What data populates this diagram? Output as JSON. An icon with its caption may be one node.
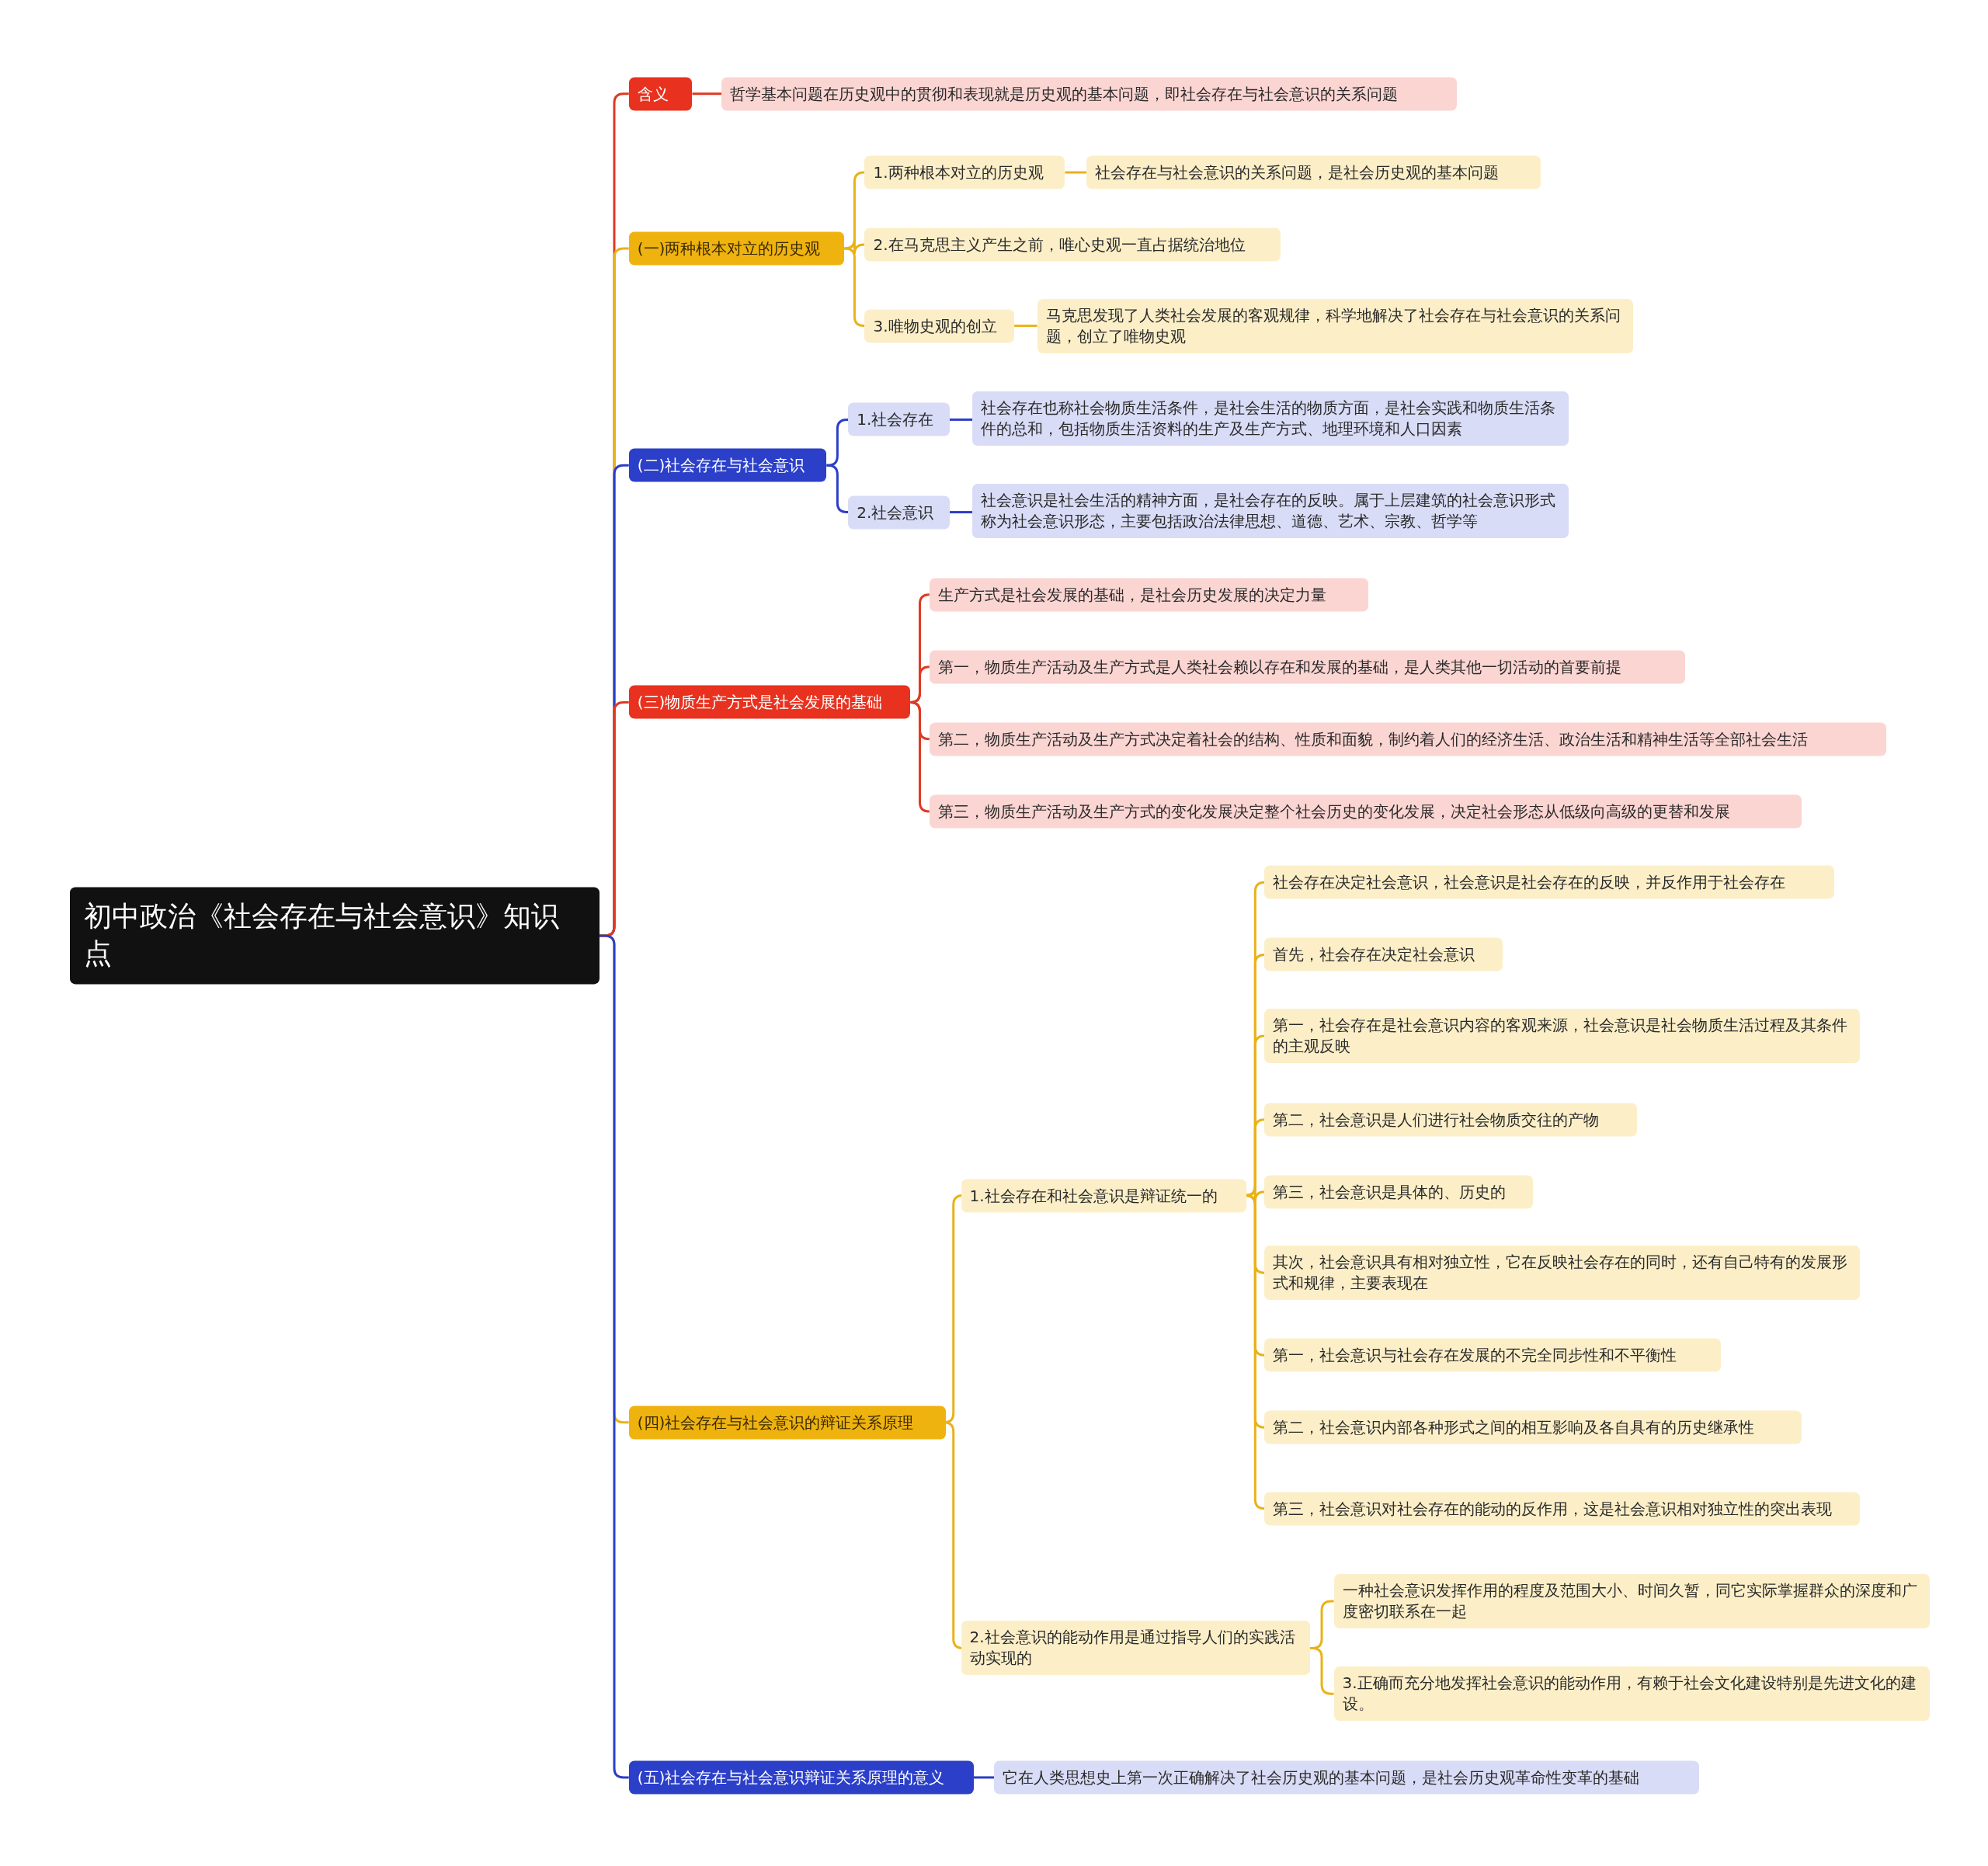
{
  "diagram": {
    "nodes": [
      {
        "text": [
          "初中政治《社会存在与社会意识》知识点"
        ]
      },
      {
        "text": [
          "含义"
        ]
      },
      {
        "text": [
          "哲学基本问题在历史观中的贯彻和表现就是历史观的基本问题，即社会存在与社会意识的关系问题"
        ]
      },
      {
        "text": [
          "(一)两种根本对立的历史观"
        ]
      },
      {
        "text": [
          "1.两种根本对立的历史观"
        ]
      },
      {
        "text": [
          "社会存在与社会意识的关系问题，是社会历史观的基本问题"
        ]
      },
      {
        "text": [
          "2.在马克思主义产生之前，唯心史观一直占据统治地位"
        ]
      },
      {
        "text": [
          "3.唯物史观的创立"
        ]
      },
      {
        "text": [
          "马克思发现了人类社会发展的客观规律，科学地解决了社会存在与社会意识的关系问题，创立了唯物史观"
        ]
      },
      {
        "text": [
          "(二)社会存在与社会意识"
        ]
      },
      {
        "text": [
          "1.社会存在"
        ]
      },
      {
        "text": [
          "社会存在也称社会物质生活条件，是社会生活的物质方面，是社会实践和物质生活条件的总和，包括物质生活资料的生产及生产方式、地理环境和人口因素"
        ]
      },
      {
        "text": [
          "2.社会意识"
        ]
      },
      {
        "text": [
          "社会意识是社会生活的精神方面，是社会存在的反映。属于上层建筑的社会意识形式称为社会意识形态，主要包括政治法律思想、道德、艺术、宗教、哲学等"
        ]
      },
      {
        "text": [
          "(三)物质生产方式是社会发展的基础"
        ]
      },
      {
        "text": [
          "生产方式是社会发展的基础，是社会历史发展的决定力量"
        ]
      },
      {
        "text": [
          "第一，物质生产活动及生产方式是人类社会赖以存在和发展的基础，是人类其他一切活动的首要前提"
        ]
      },
      {
        "text": [
          "第二，物质生产活动及生产方式决定着社会的结构、性质和面貌，制约着人们的经济生活、政治生活和精神生活等全部社会生活"
        ]
      },
      {
        "text": [
          "第三，物质生产活动及生产方式的变化发展决定整个社会历史的变化发展，决定社会形态从低级向高级的更替和发展"
        ]
      },
      {
        "text": [
          "(四)社会存在与社会意识的辩证关系原理"
        ]
      },
      {
        "text": [
          "1.社会存在和社会意识是辩证统一的"
        ]
      },
      {
        "text": [
          "社会存在决定社会意识，社会意识是社会存在的反映，并反作用于社会存在"
        ]
      },
      {
        "text": [
          "首先，社会存在决定社会意识"
        ]
      },
      {
        "text": [
          "第一，社会存在是社会意识内容的客观来源，社会意识是社会物质生活过程及其条件的主观反映"
        ]
      },
      {
        "text": [
          "第二，社会意识是人们进行社会物质交往的产物"
        ]
      },
      {
        "text": [
          "第三，社会意识是具体的、历史的"
        ]
      },
      {
        "text": [
          "其次，社会意识具有相对独立性，它在反映社会存在的同时，还有自己特有的发展形式和规律，主要表现在"
        ]
      },
      {
        "text": [
          "第一，社会意识与社会存在发展的不完全同步性和不平衡性"
        ]
      },
      {
        "text": [
          "第二，社会意识内部各种形式之间的相互影响及各自具有的历史继承性"
        ]
      },
      {
        "text": [
          "第三，社会意识对社会存在的能动的反作用，这是社会意识相对独立性的突出表现"
        ]
      },
      {
        "text": [
          "2.社会意识的能动作用是通过指导人们的实践活动实现的"
        ]
      },
      {
        "text": [
          "一种社会意识发挥作用的程度及范围大小、时间久暂，同它实际掌握群众的深度和广度密切联系在一起"
        ]
      },
      {
        "text": [
          "3.正确而充分地发挥社会意识的能动作用，有赖于社会文化建设特别是先进文化的建设。"
        ]
      },
      {
        "text": [
          "(五)社会存在与社会意识辩证关系原理的意义"
        ]
      },
      {
        "text": [
          "它在人类思想史上第一次正确解决了社会历史观的基本问题，是社会历史观革命性变革的基础"
        ]
      }
    ],
    "edges": [
      {
        "from": 0,
        "to": 1,
        "arrow": "none",
        "color": "#e03a22"
      },
      {
        "from": 1,
        "to": 2,
        "arrow": "none",
        "color": "#e03a22"
      },
      {
        "from": 0,
        "to": 3,
        "arrow": "none",
        "color": "#e9b21a"
      },
      {
        "from": 3,
        "to": 4,
        "arrow": "none",
        "color": "#e9b21a"
      },
      {
        "from": 4,
        "to": 5,
        "arrow": "none",
        "color": "#e9b21a"
      },
      {
        "from": 3,
        "to": 6,
        "arrow": "none",
        "color": "#e9b21a"
      },
      {
        "from": 3,
        "to": 7,
        "arrow": "none",
        "color": "#e9b21a"
      },
      {
        "from": 7,
        "to": 8,
        "arrow": "none",
        "color": "#e9b21a"
      },
      {
        "from": 0,
        "to": 9,
        "arrow": "none",
        "color": "#2a3ec7"
      },
      {
        "from": 9,
        "to": 10,
        "arrow": "none",
        "color": "#2a3ec7"
      },
      {
        "from": 10,
        "to": 11,
        "arrow": "none",
        "color": "#2a3ec7"
      },
      {
        "from": 9,
        "to": 12,
        "arrow": "none",
        "color": "#2a3ec7"
      },
      {
        "from": 12,
        "to": 13,
        "arrow": "none",
        "color": "#2a3ec7"
      },
      {
        "from": 0,
        "to": 14,
        "arrow": "none",
        "color": "#e03a22"
      },
      {
        "from": 14,
        "to": 15,
        "arrow": "none",
        "color": "#e03a22"
      },
      {
        "from": 14,
        "to": 16,
        "arrow": "none",
        "color": "#e03a22"
      },
      {
        "from": 14,
        "to": 17,
        "arrow": "none",
        "color": "#e03a22"
      },
      {
        "from": 14,
        "to": 18,
        "arrow": "none",
        "color": "#e03a22"
      },
      {
        "from": 0,
        "to": 19,
        "arrow": "none",
        "color": "#e9b21a"
      },
      {
        "from": 19,
        "to": 20,
        "arrow": "none",
        "color": "#e9b21a"
      },
      {
        "from": 20,
        "to": 21,
        "arrow": "none",
        "color": "#e9b21a"
      },
      {
        "from": 20,
        "to": 22,
        "arrow": "none",
        "color": "#e9b21a"
      },
      {
        "from": 20,
        "to": 23,
        "arrow": "none",
        "color": "#e9b21a"
      },
      {
        "from": 20,
        "to": 24,
        "arrow": "none",
        "color": "#e9b21a"
      },
      {
        "from": 20,
        "to": 25,
        "arrow": "none",
        "color": "#e9b21a"
      },
      {
        "from": 20,
        "to": 26,
        "arrow": "none",
        "color": "#e9b21a"
      },
      {
        "from": 20,
        "to": 27,
        "arrow": "none",
        "color": "#e9b21a"
      },
      {
        "from": 20,
        "to": 28,
        "arrow": "none",
        "color": "#e9b21a"
      },
      {
        "from": 20,
        "to": 29,
        "arrow": "none",
        "color": "#e9b21a"
      },
      {
        "from": 19,
        "to": 30,
        "arrow": "none",
        "color": "#e9b21a"
      },
      {
        "from": 30,
        "to": 31,
        "arrow": "none",
        "color": "#e9b21a"
      },
      {
        "from": 30,
        "to": 32,
        "arrow": "none",
        "color": "#e9b21a"
      },
      {
        "from": 0,
        "to": 33,
        "arrow": "none",
        "color": "#2a3ec7"
      },
      {
        "from": 33,
        "to": 34,
        "arrow": "none",
        "color": "#2a3ec7"
      }
    ]
  }
}
